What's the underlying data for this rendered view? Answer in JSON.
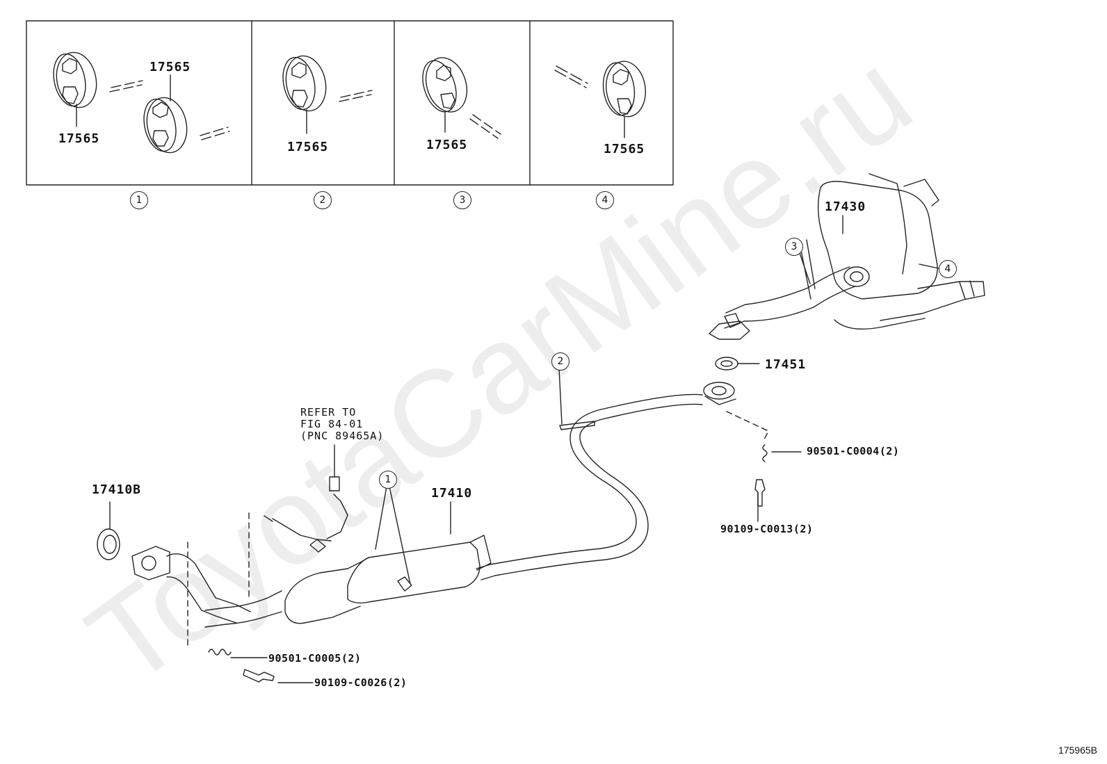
{
  "watermark": "ToyotaCarMine.ru",
  "figure_id": "175965B",
  "insets": [
    {
      "number": "1",
      "labels": [
        "17565",
        "17565"
      ]
    },
    {
      "number": "2",
      "labels": [
        "17565"
      ]
    },
    {
      "number": "3",
      "labels": [
        "17565"
      ]
    },
    {
      "number": "4",
      "labels": [
        "17565"
      ]
    }
  ],
  "parts": {
    "p17430": "17430",
    "p17451": "17451",
    "p17410": "17410",
    "p17410B": "17410B",
    "p90501_c0004": "90501-C0004(2)",
    "p90109_c0013": "90109-C0013(2)",
    "p90501_c0005": "90501-C0005(2)",
    "p90109_c0026": "90109-C0026(2)"
  },
  "callouts": {
    "c1": "1",
    "c2": "2",
    "c3": "3",
    "c4": "4"
  },
  "refer_note": "REFER TO\nFIG 84-01\n(PNC 89465A)"
}
